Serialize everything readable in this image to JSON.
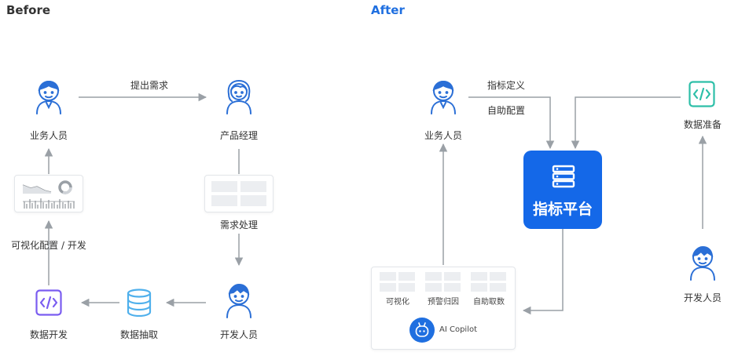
{
  "before": {
    "title": "Before",
    "nodes": {
      "business": "业务人员",
      "product": "产品经理",
      "demand": "需求处理",
      "developer": "开发人员",
      "extract": "数据抽取",
      "dev": "数据开发",
      "viz": "可视化配置 / 开发"
    },
    "edge_label": "提出需求"
  },
  "after": {
    "title": "After",
    "nodes": {
      "business": "业务人员",
      "data_prep": "数据准备",
      "developer": "开发人员",
      "platform": "指标平台"
    },
    "edge_labels": [
      "指标定义",
      "自助配置"
    ],
    "tools": [
      "可视化",
      "预警归因",
      "自助取数"
    ],
    "copilot": "AI Copilot"
  },
  "colors": {
    "accent": "#1468e8",
    "arrow": "#9aa0a6",
    "icon_blue": "#2b6fd6",
    "db_blue": "#4fb0ec",
    "code_purple": "#7a5cf0",
    "code_teal": "#2dbfa8"
  }
}
